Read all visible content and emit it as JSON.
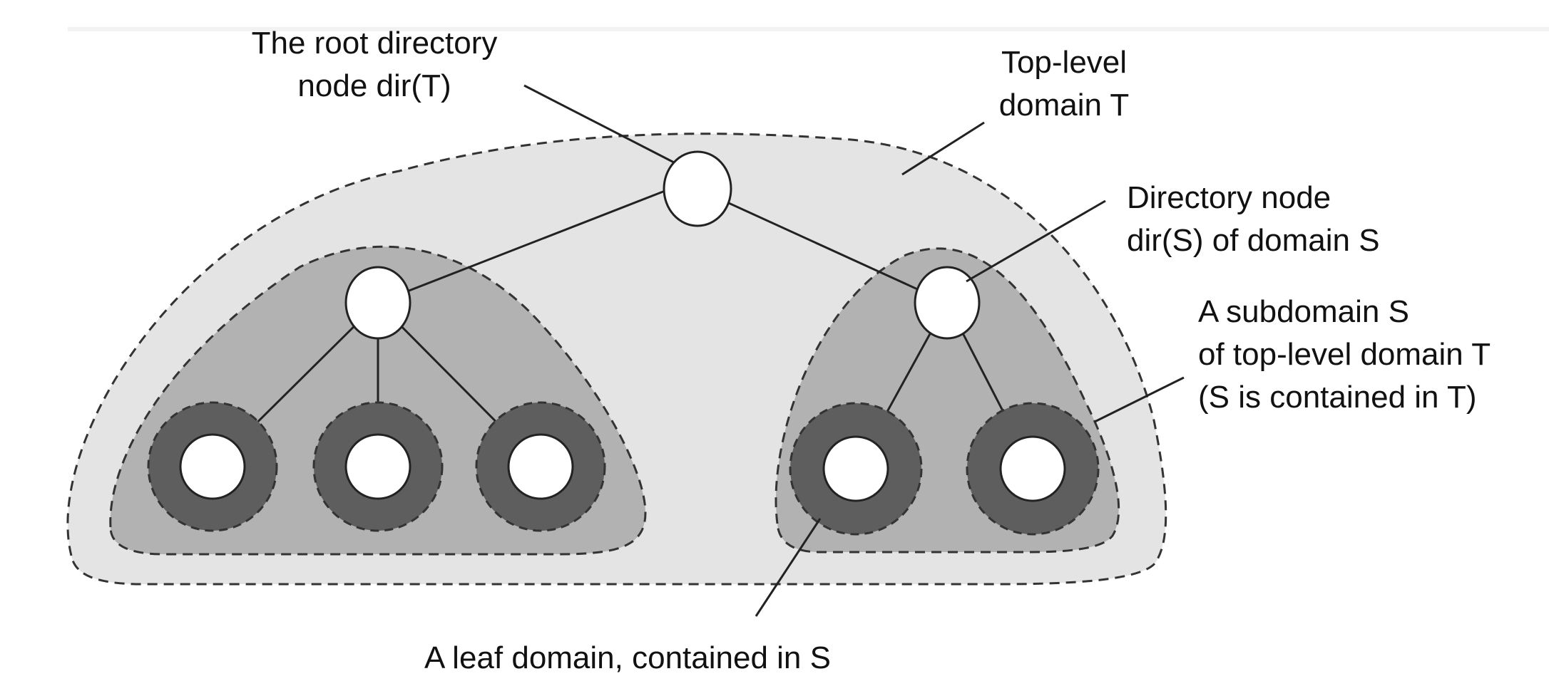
{
  "colors": {
    "background": "#ffffff",
    "top_domain_fill": "#e4e4e4",
    "subdomain_fill": "#b2b2b2",
    "leaf_ring_fill": "#5e5e5e",
    "node_fill": "#ffffff",
    "stroke": "#333333",
    "text": "#111111"
  },
  "labels": {
    "root_line1": "The root directory",
    "root_line2": "node dir(T)",
    "top_line1": "Top-level",
    "top_line2": "domain T",
    "dir_line1": "Directory node",
    "dir_line2": "dir(S) of domain S",
    "sub_line1": "A subdomain S",
    "sub_line2": "of top-level domain T",
    "sub_line3": "(S is contained in T)",
    "leaf_line1": "A leaf domain, contained in S"
  }
}
